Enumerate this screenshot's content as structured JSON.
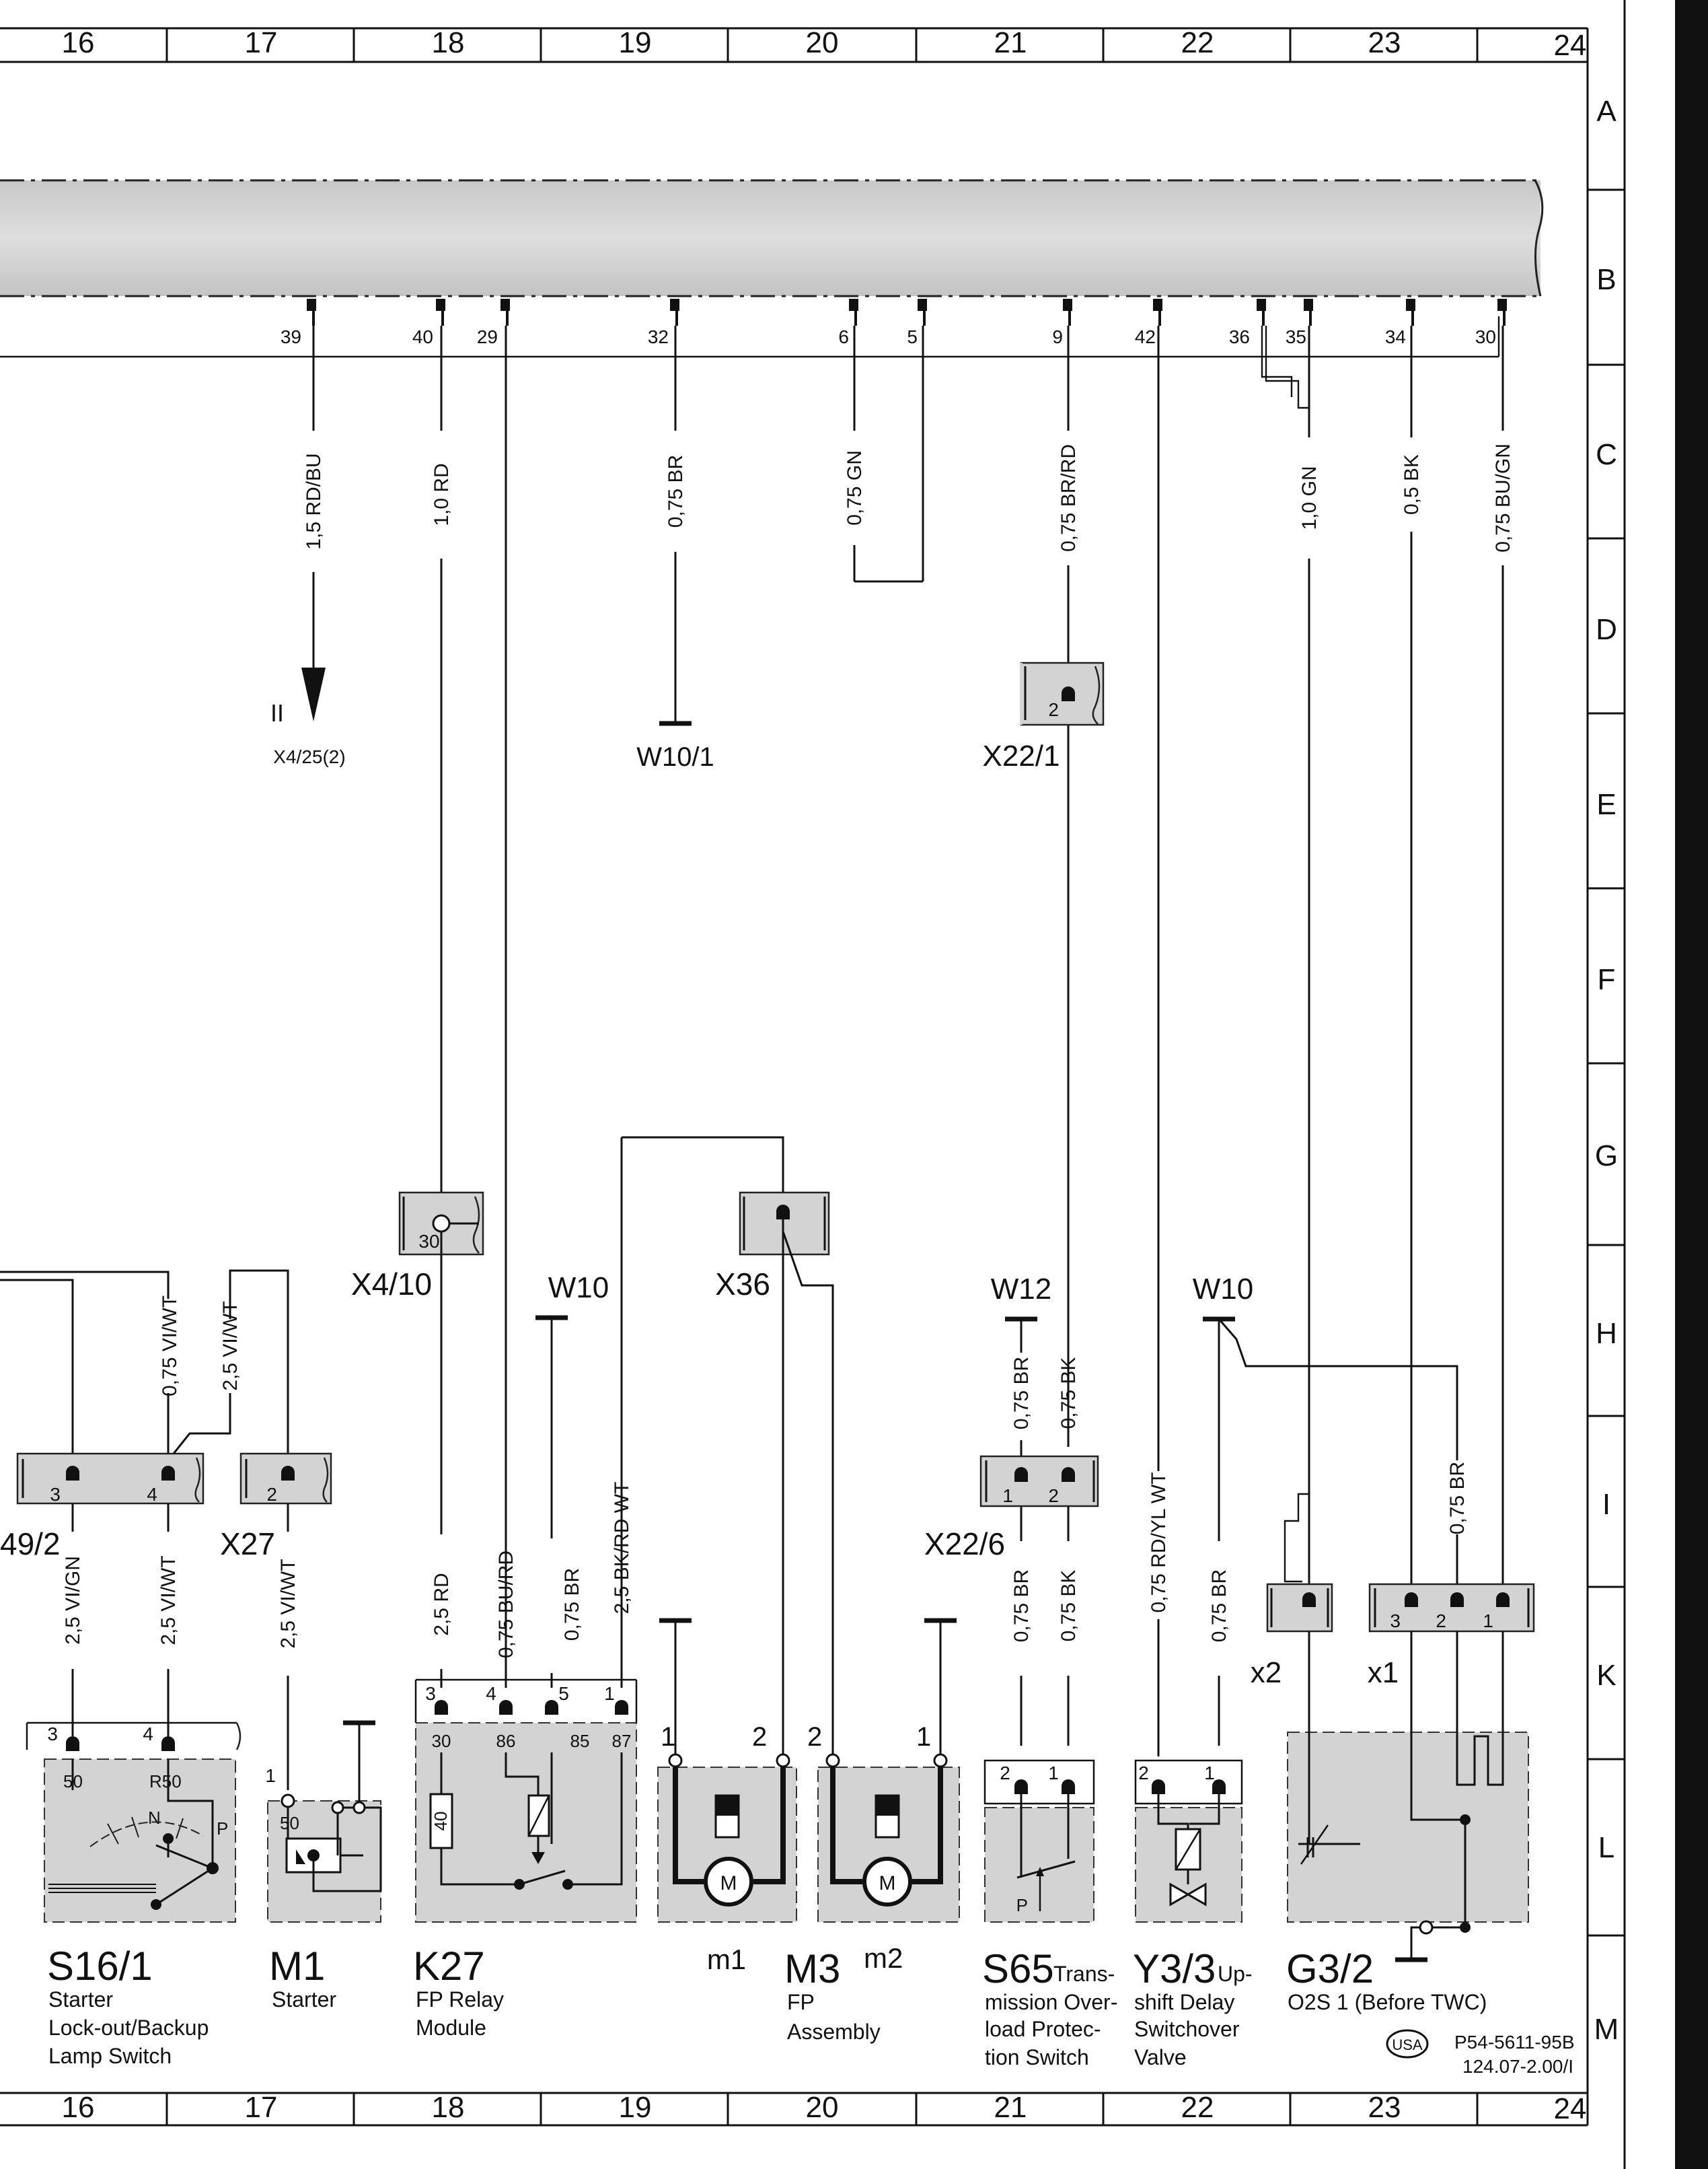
{
  "grid": {
    "columns": [
      "16",
      "17",
      "18",
      "19",
      "20",
      "21",
      "22",
      "23",
      "24"
    ],
    "rows": [
      "A",
      "B",
      "C",
      "D",
      "E",
      "F",
      "G",
      "H",
      "I",
      "K",
      "L",
      "M"
    ]
  },
  "harness": {
    "pins": [
      "39",
      "40",
      "29",
      "32",
      "6",
      "5",
      "9",
      "42",
      "36",
      "35",
      "34",
      "30"
    ]
  },
  "wires": {
    "w39": "1,5 RD/BU",
    "w40": "1,0 RD",
    "w32": "0,75 BR",
    "w6": "0,75 GN",
    "w9": "0,75 BR/RD",
    "w35": "1,0 GN",
    "w34": "0,5 BK",
    "w30": "0,75 BU/GN",
    "s16_3": "2,5 VI/GN",
    "s16_4": "2,5 VI/WT",
    "s16_top": "0,75 VI/WT",
    "x27_top": "2,5 VI/WT",
    "x27_bot": "2,5 VI/WT",
    "k27_3": "2,5 RD",
    "k27_4": "0,75 BU/RD",
    "k27_5": "0,75 BR",
    "k27_1": "2,5 BK/RD WT",
    "x226_1_top": "0,75 BR",
    "x226_2_top": "0,75 BK",
    "x226_1_bot": "0,75 BR",
    "x226_2_bot": "0,75 BK",
    "y33_2": "0,75 RD/YL WT",
    "y33_1": "0,75 BR",
    "x1_top": "0,75 BR"
  },
  "refs": {
    "arrow_roman": "II",
    "arrow_target": "X4/25(2)",
    "w10_1": "W10/1",
    "x22_1": "X22/1",
    "x22_1_pin": "2",
    "x4_10": "X4/10",
    "x4_10_pin": "30",
    "w10_a": "W10",
    "x36": "X36",
    "w12": "W12",
    "w10_b": "W10",
    "x22_6": "X22/6",
    "x49_2": "49/2",
    "x27": "X27",
    "x2": "x2",
    "x1": "x1"
  },
  "connector_pins": {
    "x49_2": [
      "3",
      "4"
    ],
    "x27": [
      "2"
    ],
    "x22_6": [
      "1",
      "2"
    ],
    "x1": [
      "3",
      "2",
      "1"
    ]
  },
  "components": {
    "s16_1": {
      "code": "S16/1",
      "desc": [
        "Starter",
        "Lock-out/Backup",
        "Lamp Switch"
      ],
      "pins": [
        "3",
        "4"
      ],
      "terms": [
        "50",
        "R50",
        "N",
        "P"
      ]
    },
    "m1": {
      "code": "M1",
      "desc": [
        "Starter"
      ],
      "pins": [
        "1",
        "50"
      ]
    },
    "k27": {
      "code": "K27",
      "desc": [
        "FP Relay",
        "Module"
      ],
      "pins": [
        "3",
        "4",
        "5",
        "1"
      ],
      "terms": [
        "30",
        "86",
        "85",
        "87",
        "40"
      ]
    },
    "m3": {
      "code": "M3",
      "desc": [
        "FP",
        "Assembly"
      ],
      "m1": "m1",
      "m2": "m2",
      "pins_a": [
        "1",
        "2"
      ],
      "pins_b": [
        "2",
        "1"
      ],
      "motor": "M"
    },
    "s65": {
      "code": "S65",
      "code_suffix": "Trans-",
      "desc": [
        "mission Over-",
        "load Protec-",
        "tion Switch"
      ],
      "pins": [
        "2",
        "1"
      ],
      "term": "P"
    },
    "y3_3": {
      "code": "Y3/3",
      "code_suffix": "Up-",
      "desc": [
        "shift Delay",
        "Switchover",
        "Valve"
      ],
      "pins": [
        "2",
        "1"
      ]
    },
    "g3_2": {
      "code": "G3/2",
      "desc": [
        "O2S 1 (Before TWC)"
      ]
    }
  },
  "footer": {
    "badge": "USA",
    "doc_code": "P54-5611-95B",
    "doc_ref": "124.07-2.00/I"
  }
}
